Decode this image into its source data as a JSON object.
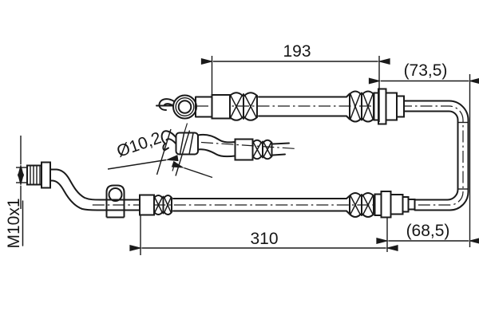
{
  "dimensions": {
    "top_hose_length": "193",
    "top_tube_length": "(73,5)",
    "hose_end_diameter": "Ø10,2",
    "thread_size": "M10x1",
    "bottom_hose_length": "310",
    "bottom_tube_length": "(68,5)"
  },
  "colors": {
    "line": "#1a1a1a",
    "background": "#ffffff"
  }
}
